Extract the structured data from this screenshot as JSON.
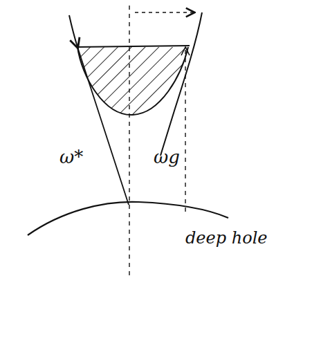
{
  "diagram": {
    "labels": [
      "ω*",
      "ωg",
      "deep hole"
    ]
  }
}
